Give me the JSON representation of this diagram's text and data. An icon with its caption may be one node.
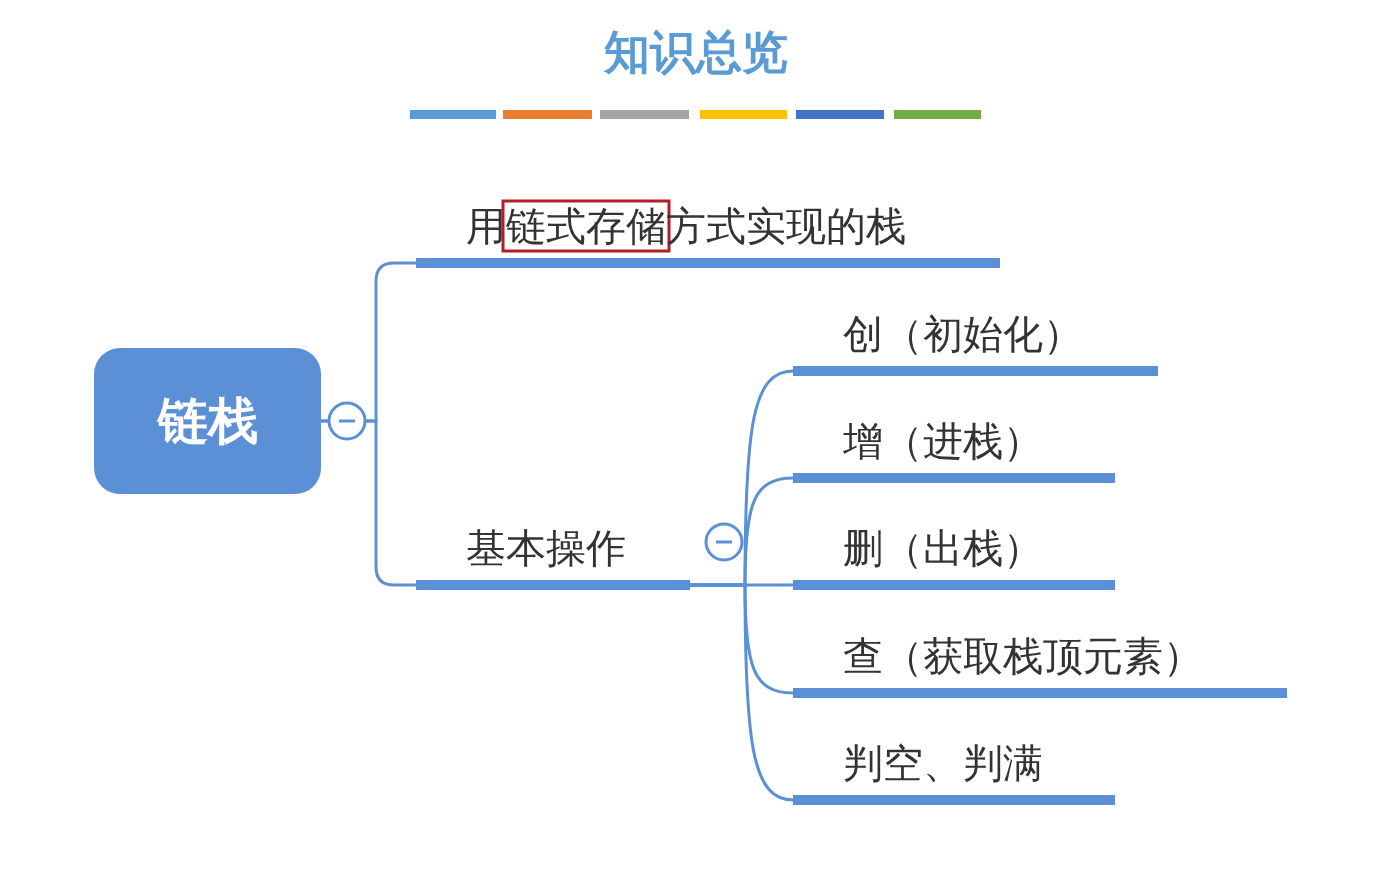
{
  "diagram": {
    "title": "知识总览",
    "nodes": [
      {
        "text": [
          "链栈"
        ]
      },
      {
        "text": [
          "用链式存储方式实现的栈"
        ]
      },
      {
        "text": [
          "基本操作"
        ]
      },
      {
        "text": [
          "创（初始化）"
        ]
      },
      {
        "text": [
          "增（进栈）"
        ]
      },
      {
        "text": [
          "删（出栈）"
        ]
      },
      {
        "text": [
          "查（获取栈顶元素）"
        ]
      },
      {
        "text": [
          "判空、判满"
        ]
      }
    ],
    "edges": [
      {
        "from": 0,
        "to": 1,
        "arrow": "none"
      },
      {
        "from": 0,
        "to": 2,
        "arrow": "none"
      },
      {
        "from": 2,
        "to": 3,
        "arrow": "none"
      },
      {
        "from": 2,
        "to": 4,
        "arrow": "none"
      },
      {
        "from": 2,
        "to": 5,
        "arrow": "none"
      },
      {
        "from": 2,
        "to": 6,
        "arrow": "none"
      },
      {
        "from": 2,
        "to": 7,
        "arrow": "none"
      }
    ]
  }
}
